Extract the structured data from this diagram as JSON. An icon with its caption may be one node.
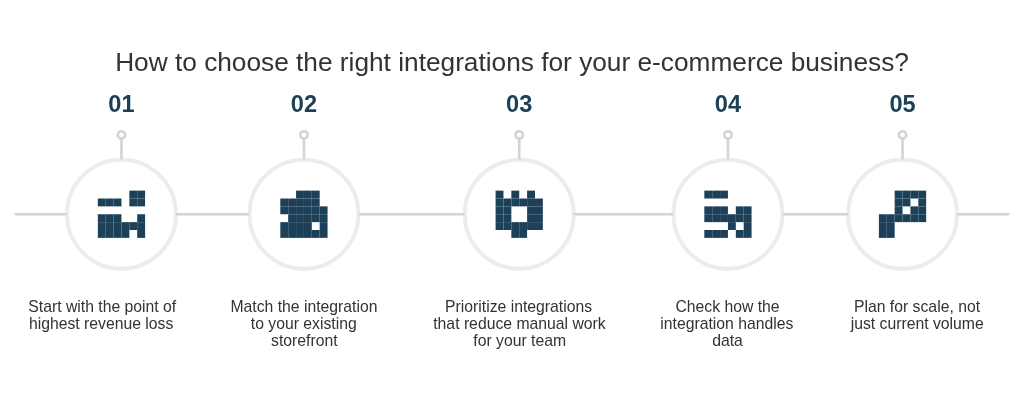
{
  "diagram": {
    "title": "How to choose the right integrations for your e-commerce business?",
    "nodes": [
      {
        "text": [
          "01"
        ]
      },
      {
        "text": [
          "02"
        ]
      },
      {
        "text": [
          "03"
        ]
      },
      {
        "text": [
          "04"
        ]
      },
      {
        "text": [
          "05"
        ]
      },
      {
        "text": [],
        "shape": "circle",
        "beside": [
          "Start with the point of highest revenue loss"
        ]
      },
      {
        "text": [],
        "shape": "circle",
        "beside": [
          "Match the integration to your existing storefront"
        ]
      },
      {
        "text": [],
        "shape": "circle",
        "beside": [
          "Prioritize integrations that reduce manual work for your team"
        ]
      },
      {
        "text": [],
        "shape": "circle",
        "beside": [
          "Check how the integration handles data"
        ]
      },
      {
        "text": [],
        "shape": "circle",
        "beside": [
          "Plan for scale, not just current volume"
        ]
      }
    ],
    "edges": [
      {
        "from": 0,
        "to": 5,
        "arrow": "other"
      },
      {
        "from": 1,
        "to": 6,
        "arrow": "other"
      },
      {
        "from": 2,
        "to": 7,
        "arrow": "other"
      },
      {
        "from": 3,
        "to": 8,
        "arrow": "other"
      },
      {
        "from": 4,
        "to": 9,
        "arrow": "other"
      },
      {
        "from": null,
        "to": 5,
        "arrow": "none"
      },
      {
        "from": 5,
        "to": 6,
        "arrow": "none"
      },
      {
        "from": 6,
        "to": 7,
        "arrow": "none"
      },
      {
        "from": 7,
        "to": 8,
        "arrow": "none"
      },
      {
        "from": 8,
        "to": 9,
        "arrow": "none"
      },
      {
        "from": 9,
        "to": null,
        "arrow": "none"
      }
    ]
  }
}
